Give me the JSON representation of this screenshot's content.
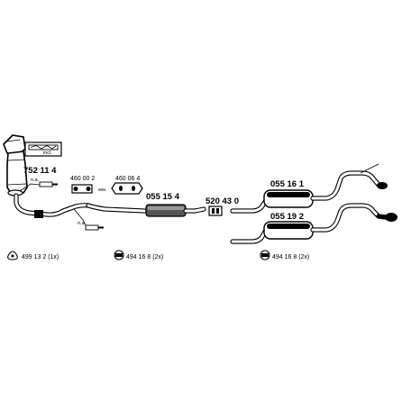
{
  "parts": {
    "catalytic_converter": "752 11 4",
    "bracket_1": "460 00 2",
    "bracket_2": "460 06 4",
    "middle_silencer": "055 15 4",
    "clamp": "520 43 0",
    "rear_silencer_upper": "055 16 1",
    "rear_silencer_lower": "055 19 2"
  },
  "notes": {
    "incl": "incl.",
    "na_1": "n.a.",
    "na_2": "n.a.",
    "ww": "ww."
  },
  "kits": {
    "kit_1": "499 13 2 (1x)",
    "kit_2": "494 16 8 (2x)",
    "kit_3": "494 16 8 (2x)"
  },
  "icons": [
    "catalyst-icon",
    "gasket-icon",
    "hanger-icon",
    "kit-icon",
    "o2-sensor-icon"
  ]
}
